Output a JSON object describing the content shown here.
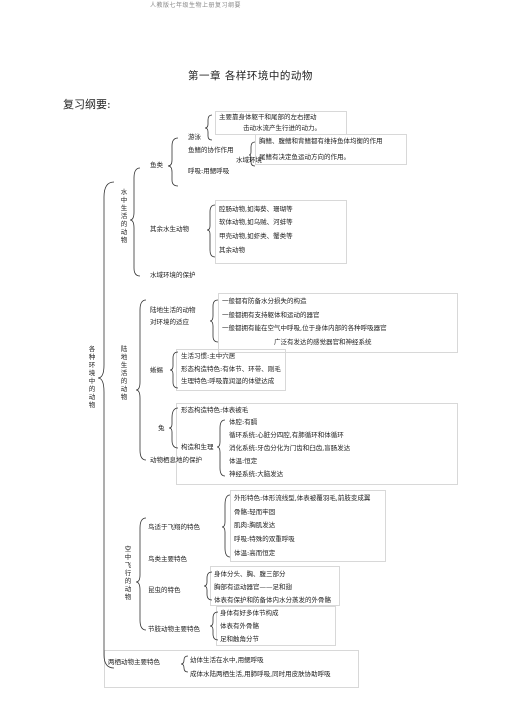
{
  "header": "人教版七年级生物上册复习纲要",
  "title": "第一章   各样环境中的动物",
  "subtitle": "复习纲要:",
  "root": "各种环境中的动物",
  "water": {
    "label": "水中生活的动物",
    "fish": "鱼类",
    "swim": "游泳",
    "swim_1": "主要靠身体躯干和尾部的左右摆动",
    "swim_2": "击动水流产生行进的动力。",
    "fins": "鱼鳍的协作作用",
    "fins_1": "胸鳍、腹鳍和背鳍都有维持鱼体均衡的作用",
    "fins_2": "尾鳍有决定鱼运动方向的作用。",
    "fins_env": "水域环境",
    "breath": "呼吸:用鳃呼吸",
    "others": "其余水生动物",
    "others_items": [
      "腔肠动物,如海葵、珊瑚等",
      "软体动物,如乌贼、河蚌等",
      "甲壳动物,如虾类、蟹类等",
      "其余动物"
    ],
    "protect": "水域环境的保护"
  },
  "land": {
    "label": "陆地生活的动物",
    "adapt": "陆地生活的动物",
    "adapt_2": "对环境的适应",
    "adapt_items": [
      "一般都有防备水分损失的构造",
      "一般都拥有支持躯体和运动的器官",
      "一般都拥有能在空气中呼吸,位于身体内部的各种呼吸器官",
      "广泛有发达的感觉器官和神经系统"
    ],
    "lizard": "蜥蜴",
    "lizard_items": [
      "生活习惯:主中穴居",
      "形态构造特色:有体节、环带、刚毛",
      "生理特色:呼吸靠润湿的体壁达成"
    ],
    "rabbit": "兔",
    "rabbit_form": "形态构造特色:体表被毛",
    "rabbit_struct": "构造和生理",
    "rabbit_items": [
      "体腔:有膈",
      "循环系统:心脏分四腔,有肺循环和体循环",
      "消化系统:牙齿分化为门齿和臼齿,盲肠发达",
      "体温:恒定",
      "神经系统:大脑发达"
    ],
    "protect": "动物栖息地的保护"
  },
  "air": {
    "label": "空中飞行的动物",
    "bird": "鸟适于飞翔的特色",
    "bird_items": [
      "外形特色:体形流线型,体表被覆羽毛,前肢变成翼",
      "骨骼:轻而牢固",
      "肌肉:胸肌发达",
      "呼吸:特殊的双重呼吸",
      "体温:高而恒定"
    ],
    "bird_main": "鸟类主要特色",
    "insect": "昆虫的特色",
    "insect_items": [
      "身体分头、胸、腹三部分",
      "胸部有运动器官——足和翅",
      "体表有保护和防备体内水分蒸发的外骨骼"
    ],
    "arthro": "节肢动物主要特色",
    "arthro_items": [
      "身体有好多体节构成",
      "体表有外骨骼",
      "足和触角分节"
    ]
  },
  "amphibian": {
    "label": "两栖动物主要特色",
    "line1": "幼体生活在水中,用鳃呼吸",
    "line2": "成体水陆两栖生活,用肺呼吸,同时用皮肤协助呼吸"
  }
}
